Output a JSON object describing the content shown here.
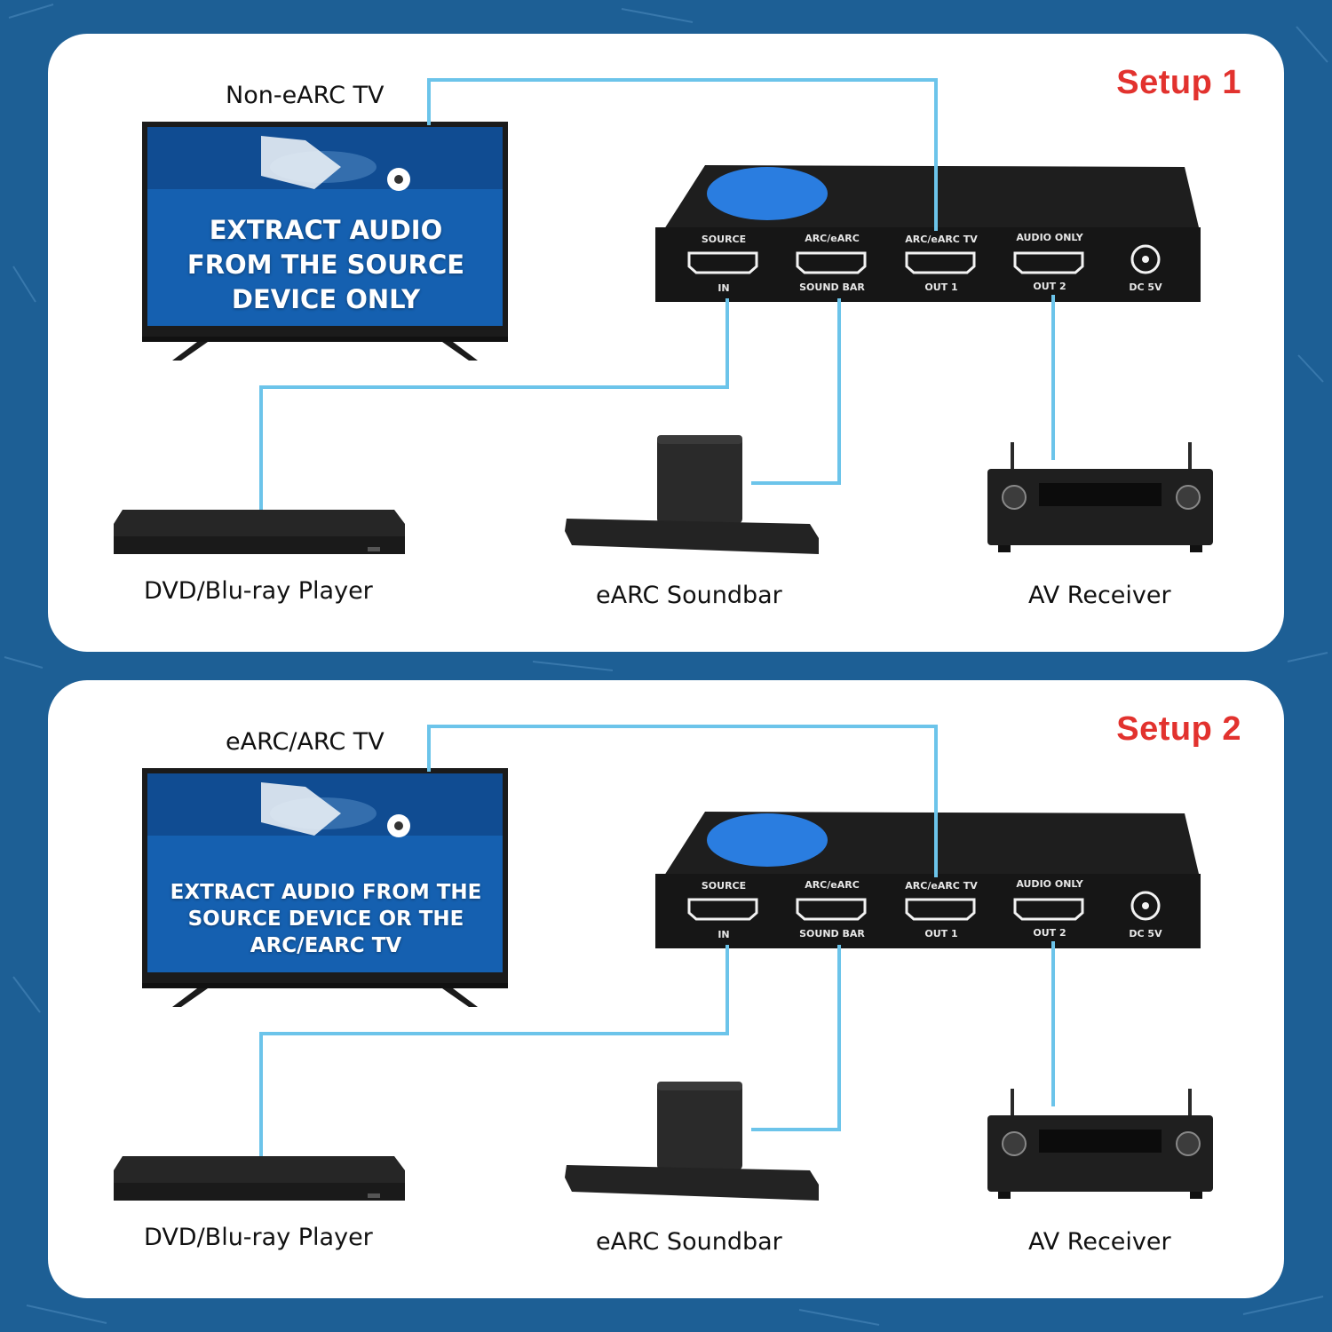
{
  "colors": {
    "background": "#1d5f95",
    "panel": "#ffffff",
    "setup_title": "#e2322e",
    "connection_line": "#6cc4ea",
    "tv_screen": "#1560b0"
  },
  "setups": [
    {
      "title": "Setup 1",
      "tv_label": "Non-eARC TV",
      "tv_screen_lines": [
        "EXTRACT AUDIO",
        "FROM THE SOURCE",
        "DEVICE ONLY"
      ],
      "player_label": "DVD/Blu-ray Player",
      "soundbar_label": "eARC Soundbar",
      "receiver_label": "AV Receiver"
    },
    {
      "title": "Setup 2",
      "tv_label": "eARC/ARC TV",
      "tv_screen_lines": [
        "EXTRACT AUDIO FROM THE",
        "SOURCE DEVICE OR THE",
        "ARC/EARC TV"
      ],
      "player_label": "DVD/Blu-ray Player",
      "soundbar_label": "eARC Soundbar",
      "receiver_label": "AV Receiver"
    }
  ],
  "extractor": {
    "ports": [
      {
        "top": "SOURCE",
        "bottom": "IN"
      },
      {
        "top": "ARC/eARC",
        "bottom": "SOUND BAR"
      },
      {
        "top": "ARC/eARC TV",
        "bottom": "OUT 1"
      },
      {
        "top": "AUDIO ONLY",
        "bottom": "OUT 2"
      }
    ],
    "power_label": "DC 5V"
  }
}
